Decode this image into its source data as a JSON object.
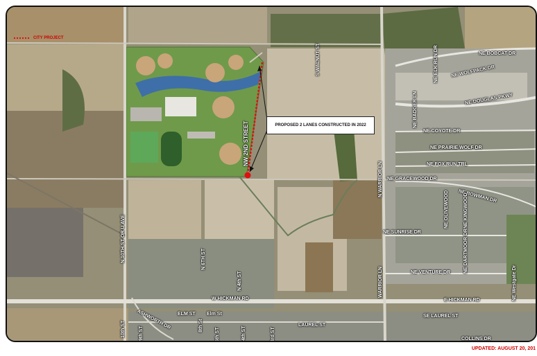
{
  "legend": {
    "label": "CITY PROJECT",
    "color": "#e01010"
  },
  "callout": {
    "text": "PROPOSED 2 LANES CONSTRUCTED IN 2022"
  },
  "streets": {
    "nw_2nd": "NW 2ND STREET",
    "walnut": "S WALNUT ST",
    "warrior_n": "N WARRIOR LN",
    "warrior_s": "WARRIOR LN",
    "n_10th": "N 10TH ST OR U AVE",
    "n_6th": "N 6TH ST",
    "w_hickman": "W HICKMAN RD",
    "e_hickman": "E HICKMAN RD",
    "bobcat": "NE BOBCAT DR",
    "wolfpack": "NE WOLFPACK DR",
    "elk_run": "NE ELK RUN DR",
    "douglas": "NE DOUGLAS PKWY",
    "badger": "NE BADGER LN",
    "coyote": "NE COYOTE DR",
    "prairie_wolf": "NE PRAIRIE WOLF DR",
    "fox_run": "NE FOX RUN TRL",
    "gracewood": "NE GRACEWOOD DR",
    "bowman": "NE BOWMAN DR",
    "sunrise": "NE SUNRISE DR",
    "olivewood": "NE OLIVEWOOD",
    "kingwood": "NE KINGWOOD",
    "dartmoor": "NE DARTMOOR DR",
    "venture": "NE VENTURE DR",
    "westgate": "NE Westgate Dr",
    "se_laurel": "SE LAUREL ST",
    "laurel": "LAUREL ST",
    "collins": "COLLINS DR",
    "ashworth": "ASHWORTH DR",
    "elm": "ELM ST",
    "elm_st2": "Elm St",
    "s_10th": "10th ST",
    "s_9th": "9th ST",
    "s_8th": "8th St",
    "s_5th": "5th ST",
    "s_4th": "4th ST",
    "s_3rd": "3rd ST",
    "n_4th": "N 4th ST"
  },
  "updated": "UPDATED: AUGUST 20, 201"
}
